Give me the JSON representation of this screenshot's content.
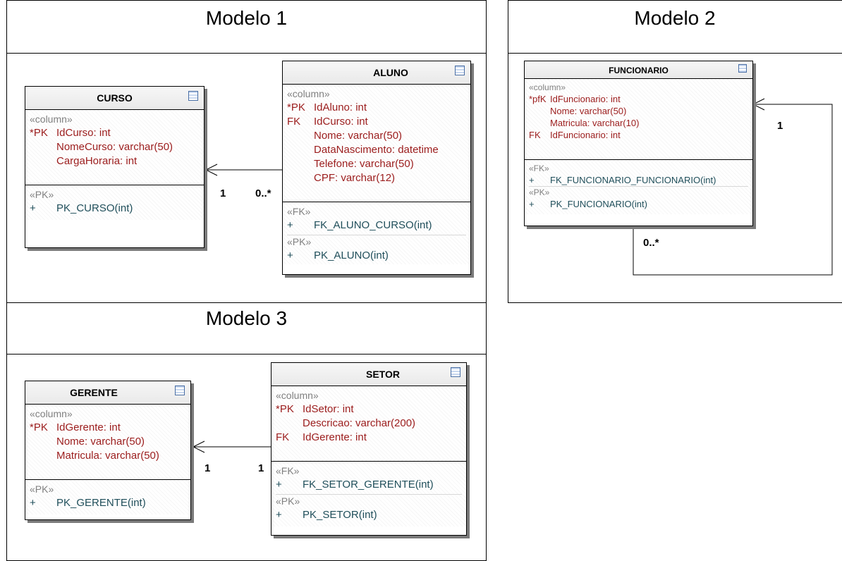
{
  "models": {
    "m1_title": "Modelo 1",
    "m2_title": "Modelo 2",
    "m3_title": "Modelo 3"
  },
  "labels": {
    "column": "«column»",
    "pk": "«PK»",
    "fk": "«FK»",
    "plus": "+"
  },
  "curso": {
    "name": "CURSO",
    "columns": [
      {
        "key": "*PK",
        "text": "IdCurso:  int"
      },
      {
        "key": "",
        "text": "NomeCurso:  varchar(50)"
      },
      {
        "key": "",
        "text": "CargaHoraria:  int"
      }
    ],
    "pk": "PK_CURSO(int)"
  },
  "aluno": {
    "name": "ALUNO",
    "columns": [
      {
        "key": "*PK",
        "text": "IdAluno:  int"
      },
      {
        "key": "FK",
        "text": "IdCurso:  int"
      },
      {
        "key": "",
        "text": "Nome:  varchar(50)"
      },
      {
        "key": "",
        "text": "DataNascimento:  datetime"
      },
      {
        "key": "",
        "text": "Telefone:  varchar(50)"
      },
      {
        "key": "",
        "text": "CPF:  varchar(12)"
      }
    ],
    "fk": "FK_ALUNO_CURSO(int)",
    "pk": "PK_ALUNO(int)"
  },
  "funcionario": {
    "name": "FUNCIONARIO",
    "columns": [
      {
        "key": "*pfK",
        "text": "IdFuncionario:  int"
      },
      {
        "key": "",
        "text": "Nome:  varchar(50)"
      },
      {
        "key": "",
        "text": "Matricula:  varchar(10)"
      },
      {
        "key": "FK",
        "text": "IdFuncionario:  int"
      }
    ],
    "fk": "FK_FUNCIONARIO_FUNCIONARIO(int)",
    "pk": "PK_FUNCIONARIO(int)"
  },
  "gerente": {
    "name": "GERENTE",
    "columns": [
      {
        "key": "*PK",
        "text": "IdGerente:  int"
      },
      {
        "key": "",
        "text": "Nome:  varchar(50)"
      },
      {
        "key": "",
        "text": "Matricula:  varchar(50)"
      }
    ],
    "pk": "PK_GERENTE(int)"
  },
  "setor": {
    "name": "SETOR",
    "columns": [
      {
        "key": "*PK",
        "text": "IdSetor:  int"
      },
      {
        "key": "",
        "text": "Descricao:  varchar(200)"
      },
      {
        "key": "FK",
        "text": "IdGerente:  int"
      }
    ],
    "fk": "FK_SETOR_GERENTE(int)",
    "pk": "PK_SETOR(int)"
  },
  "multiplicities": {
    "m1_one": "1",
    "m1_many": "0..*",
    "m2_one": "1",
    "m2_many": "0..*",
    "m3_one_left": "1",
    "m3_one_right": "1"
  },
  "colors": {
    "attribute": "#9b1c1c",
    "constraint": "#1f4e5a",
    "stereotype": "#808080"
  }
}
